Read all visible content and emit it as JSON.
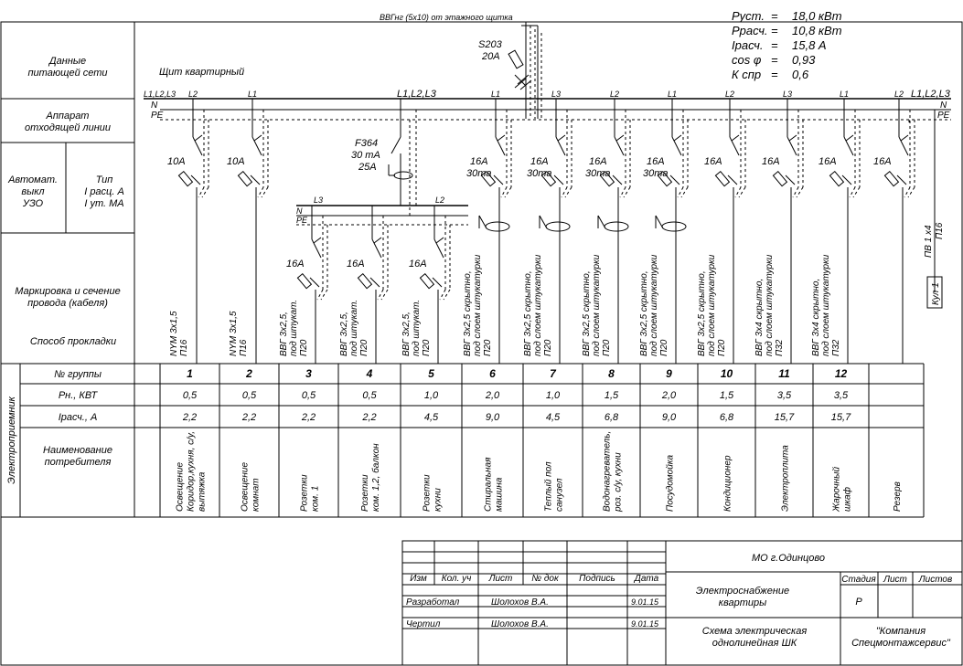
{
  "params": {
    "lines": [
      {
        "name": "Руст.",
        "value": "18,0 кВт"
      },
      {
        "name": "Ррасч.",
        "value": "10,8  кВт"
      },
      {
        "name": "Iрасч.",
        "value": "15,8  А"
      },
      {
        "name": "cos φ",
        "value": "0,93"
      },
      {
        "name": "К спр",
        "value": "0,6"
      }
    ]
  },
  "left_labels": {
    "supply": [
      "Данные",
      "питающей сети"
    ],
    "outgoing": [
      "Аппарат",
      "отходящей линии"
    ],
    "breaker": [
      "Автомат.",
      "выкл",
      "УЗО"
    ],
    "breaker_type": [
      "Тип",
      "I расц. А",
      "I ут. МА"
    ],
    "marking": [
      "Маркировка и сечение",
      "провода (кабеля)"
    ],
    "laying": "Способ прокладки",
    "consumer_side": "Электроприемник",
    "group_no": "№ группы",
    "power": "Рн., КВТ",
    "current": "Iрасч., А",
    "consumer_name": [
      "Наименование",
      "потребителя"
    ]
  },
  "top": {
    "panel_title": "Щит квартирный",
    "feed_cable": "ВВГнг (5х10) от этажного щитка",
    "main_breaker": "S203",
    "main_rating": "20А",
    "bus_left": "L1,L2,L3",
    "bus_right": "L1,L2,L3",
    "n_label": "N",
    "pe_label": "PE",
    "rcd_main": [
      "F364",
      "30 mA",
      "25A"
    ],
    "sub_bus_phase": "L3",
    "sub_bus_phase2": "L2",
    "sub_bus_n": "N",
    "sub_bus_pe": "PE",
    "phase_L1L2L3": "L1,L2,L3"
  },
  "groups": [
    {
      "phase": "L2",
      "rating": "10A",
      "rcd": "",
      "cable": [
        "NYM 3x1,5",
        "П16"
      ],
      "no": "1",
      "p": "0,5",
      "i": "2,2",
      "name": [
        "Освещение",
        "Коридор,кухня, с/у,",
        "вытяжка"
      ]
    },
    {
      "phase": "L1",
      "rating": "10A",
      "rcd": "",
      "cable": [
        "NYM 3x1,5",
        "П16"
      ],
      "no": "2",
      "p": "0,5",
      "i": "2,2",
      "name": [
        "Освещение",
        "комнат"
      ]
    },
    {
      "phase": "L3",
      "rating": "16A",
      "rcd": "",
      "cable": [
        "ВВГ 3x2,5,",
        "под штукат.",
        "П20"
      ],
      "no": "3",
      "p": "0,5",
      "i": "2,2",
      "name": [
        "Розетки",
        "ком. 1"
      ]
    },
    {
      "phase": "",
      "rating": "16A",
      "rcd": "",
      "cable": [
        "ВВГ 3x2,5,",
        "под штукат.",
        "П20"
      ],
      "no": "4",
      "p": "0,5",
      "i": "2,2",
      "name": [
        "Розетки",
        "ком. 1,2, балкон"
      ]
    },
    {
      "phase": "L2",
      "rating": "16A",
      "rcd": "",
      "cable": [
        "ВВГ 3x2,5,",
        "под штукат.",
        "П20"
      ],
      "no": "5",
      "p": "1,0",
      "i": "4,5",
      "name": [
        "Розетки",
        "кухни"
      ]
    },
    {
      "phase": "L1",
      "rating": "16A",
      "rcd": "30ma",
      "cable": [
        "ВВГ 3x2,5 скрытно,",
        "под слоем штукатурки",
        "П20"
      ],
      "no": "6",
      "p": "2,0",
      "i": "9,0",
      "name": [
        "Стиральная",
        "машина"
      ]
    },
    {
      "phase": "L3",
      "rating": "16A",
      "rcd": "30ma",
      "cable": [
        "ВВГ 3x2,5 скрытно,",
        "под слоем штукатурки",
        "П20"
      ],
      "no": "7",
      "p": "1,0",
      "i": "4,5",
      "name": [
        "Теплый пол",
        "санузел"
      ]
    },
    {
      "phase": "L2",
      "rating": "16A",
      "rcd": "30ma",
      "cable": [
        "ВВГ 3x2,5 скрытно,",
        "под слоем штукатурки",
        "П20"
      ],
      "no": "8",
      "p": "1,5",
      "i": "6,8",
      "name": [
        "Водонагреватель,",
        "роз. с/у, кухни"
      ]
    },
    {
      "phase": "L1",
      "rating": "16A",
      "rcd": "30ma",
      "cable": [
        "ВВГ 3x2,5 скрытно,",
        "под слоем штукатурки",
        "П20"
      ],
      "no": "9",
      "p": "2,0",
      "i": "9,0",
      "name": [
        "Посудомойка"
      ]
    },
    {
      "phase": "L2",
      "rating": "16A",
      "rcd": "",
      "cable": [
        "ВВГ 3x2,5 скрытно,",
        "под слоем штукатурки",
        "П20"
      ],
      "no": "10",
      "p": "1,5",
      "i": "6,8",
      "name": [
        "Кондиционер"
      ]
    },
    {
      "phase": "L3",
      "rating": "16A",
      "rcd": "",
      "cable": [
        "ВВГ 3x4  скрытно,",
        "под слоем штукатурки",
        "П32"
      ],
      "no": "11",
      "p": "3,5",
      "i": "15,7",
      "name": [
        "Электроплита"
      ]
    },
    {
      "phase": "L1",
      "rating": "16A",
      "rcd": "",
      "cable": [
        "ВВГ 3x4  скрытно,",
        "под слоем штукатурки",
        "П32"
      ],
      "no": "12",
      "p": "3,5",
      "i": "15,7",
      "name": [
        "Жарочный",
        "шкаф"
      ]
    },
    {
      "phase": "L2",
      "rating": "16A",
      "rcd": "",
      "cable": [],
      "no": "",
      "p": "",
      "i": "",
      "name": [
        "Резерв"
      ]
    }
  ],
  "pe_cable": "ПВ 1 х4",
  "pe_cable2": "П16",
  "pe_box": "Кул 1",
  "stamp": {
    "location": "МО  г.Одинцово",
    "headers": [
      "Изм",
      "Кол. уч",
      "Лист",
      "№ док",
      "Подпись",
      "Дата"
    ],
    "developed": "Разработал",
    "drawn": "Чертил",
    "author": "Шолохов В.А.",
    "date": "9.01.15",
    "project_title": [
      "Электроснабжение",
      "квартиры"
    ],
    "stage_h": "Стадия",
    "sheet_h": "Лист",
    "sheets_h": "Листов",
    "stage": "Р",
    "sheet_title": [
      "Схема электрическая",
      "однолинейная ШК"
    ],
    "company": [
      "\"Компания",
      "Спецмонтажсервис\""
    ]
  }
}
